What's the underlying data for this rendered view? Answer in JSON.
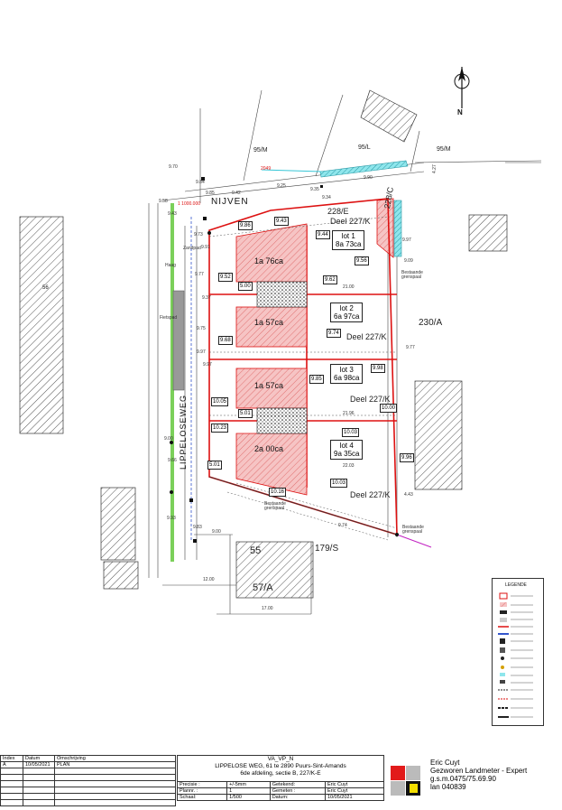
{
  "parcels": {
    "p228E": "228/E",
    "deel227K_top": "Deel 227/K",
    "p228C": "228/C",
    "p230A": "230/A",
    "deel227K_2": "Deel 227/K",
    "deel227K_3": "Deel 227/K",
    "deel227K_4": "Deel 227/K",
    "p179S": "179/S",
    "p95M_left": "95/M",
    "p95L": "95/L",
    "p95M_right": "95/M",
    "p55": "55",
    "p56": "56",
    "p57A": "57/A"
  },
  "streets": {
    "nijven": "NIJVEN",
    "lippelose": "LIPPELOSEWEG"
  },
  "lots": [
    {
      "label": "lot 1",
      "area": "8a 73ca",
      "building": "1a 76ca"
    },
    {
      "label": "lot 2",
      "area": "6a 97ca",
      "building": "1a 57ca"
    },
    {
      "label": "lot 3",
      "area": "6a 98ca",
      "building": "1a 57ca"
    },
    {
      "label": "lot 4",
      "area": "9a 35ca",
      "building": "2a 00ca"
    }
  ],
  "measures": {
    "m1": "9.70",
    "m2": "9.84",
    "m3": "9.85",
    "m4": "9.42",
    "m5": "9.25",
    "m6": "9.35",
    "m7": "9.34",
    "m8": "9.58",
    "m9": "9.43",
    "m10": "9.73",
    "m11": "9.91",
    "m12": "9.43",
    "m13": "9.44",
    "m14": "9.86",
    "m15": "9.56",
    "m16": "9.52",
    "m17": "9.62",
    "m18": "9.77",
    "m19": "9.37",
    "m20": "9.74",
    "m21": "9.75",
    "m22": "9.68",
    "m23": "9.77",
    "m24": "9.97",
    "m25": "9.85",
    "m26": "9.97",
    "m27": "9.98",
    "m28": "10.05",
    "m29": "10.00",
    "m30": "10.23",
    "m31": "10.03",
    "m32": "9.96",
    "m33": "10.03",
    "m34": "10.16",
    "m35": "9.00",
    "m36": "12.00",
    "m37": "17.00",
    "m38": "21.96",
    "m39": "21.00",
    "m40": "22.03",
    "m41": "4.27",
    "m42": "9.90",
    "m43": "9.66",
    "m44": "9.93",
    "m45": "4.43",
    "m46": "9.74",
    "m47": "9.83",
    "m48": "5.00",
    "m49": "5.01",
    "m50": "9.00",
    "m51": "9.09",
    "m52": "9.97"
  },
  "red_note": {
    "a": "2049",
    "b": "1 1000.000"
  },
  "small_labels": {
    "zandpad": "Zandpad",
    "haag": "Haag",
    "fietspad": "Fietspad",
    "bestaande1": "Bestaande\ngrenspaal",
    "bestaande2": "Bestaande\ngrenspaal",
    "bestaande3": "Bestaande\ngrenspaal"
  },
  "north": "N",
  "legend": {
    "title": "LEGENDE"
  },
  "titleblock": {
    "hdr_index": "Index",
    "hdr_datum": "Datum",
    "hdr_omschrijving": "Omschrijving",
    "row_index": "A",
    "row_datum": "10/05/2021",
    "row_omschrijving": "PLAN",
    "file": "VA_VP_N",
    "address": "LIPPELOSE WEG, 61 te 2890 Puurs-Sint-Amands",
    "section": "6de afdeling, sectie B, 227/K-E",
    "precisie_l": "Precisie :",
    "precisie_v": "+/-5mm",
    "getekend_l": "Getekend:",
    "getekend_v": "Eric Cuyt",
    "plannr_l": "Plannr. :",
    "plannr_v": "1",
    "gemeten_l": "Gemeten :",
    "gemeten_v": "Eric Cuyt",
    "schaal_l": "Schaal:",
    "schaal_v": "1/500",
    "datum_l": "Datum:",
    "datum_v": "10/05/2021",
    "name": "Eric  Cuyt",
    "title": "Gezworen Landmeter - Expert",
    "gsm": "g.s.m.0475/75.69.90",
    "lan": "lan 040839"
  }
}
